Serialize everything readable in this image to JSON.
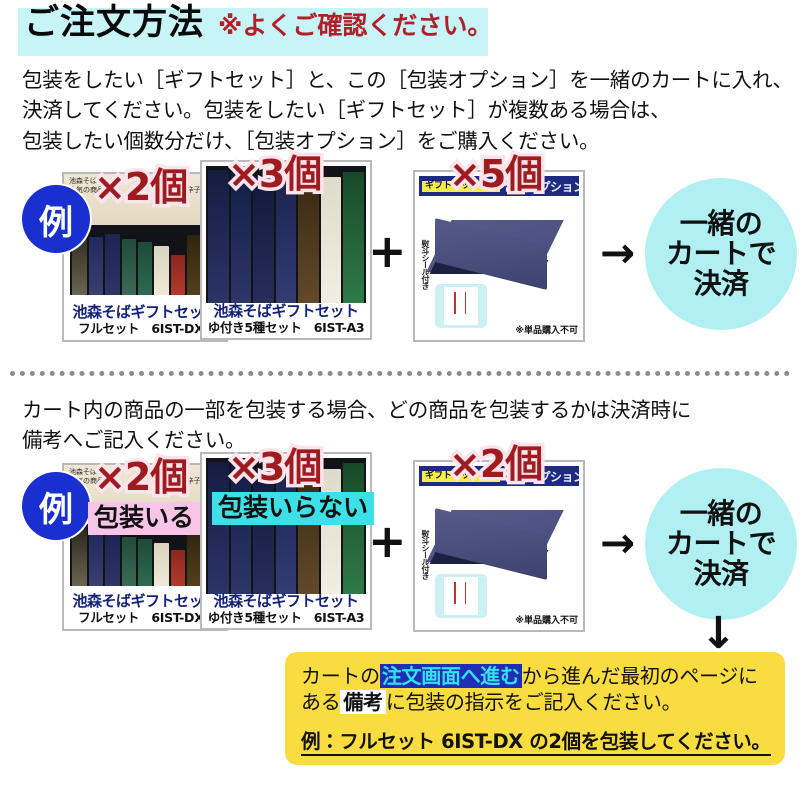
{
  "header": {
    "title": "ご注文方法",
    "note": "※よくご確認ください。"
  },
  "intro": {
    "line1": "包装をしたい［ギフトセット］と、この［包装オプション］を一緒のカートに入れ、",
    "line2": "決済してください。包装をしたい［ギフトセット］が複数ある場合は、",
    "line3": "包装したい個数分だけ、［包装オプション］をご購入ください。"
  },
  "mid_paragraph": {
    "line1": "カート内の商品の一部を包装する場合、どの商品を包装するかは決済時に",
    "line2": "備考へご記入ください。"
  },
  "example_badge": "例",
  "plus_symbol": "+",
  "arrow_right": "→",
  "arrow_down": "↓",
  "row1": {
    "product_a": {
      "qty": "×2個",
      "top_note_left": "池森そば\n人気の商品",
      "top_note_right": "十味唐\n辛子です。",
      "label_line1": "池森そばギフトセット",
      "label_line2": "フルセット　6IST-DX3"
    },
    "product_b": {
      "qty": "×3個",
      "label_line1": "池森そばギフトセット",
      "label_line2": "ゆ付き5種セット　6IST-A3"
    },
    "option": {
      "qty": "×5個",
      "tag": "ギフトセット専用",
      "banner_text": "包装オプション",
      "noshi_label": "熨斗シール付き",
      "note": "※単品購入不可"
    },
    "result": {
      "line1": "一緒の",
      "line2": "カートで",
      "line3": "決済"
    }
  },
  "row2": {
    "product_a": {
      "qty": "×2個",
      "chip": "包装いる",
      "top_note_left": "池森そば\n人気の商品",
      "top_note_right": "十味唐\n辛子です。",
      "label_line1": "池森そばギフトセット",
      "label_line2": "フルセット　6IST-DX3"
    },
    "product_b": {
      "qty": "×3個",
      "chip": "包装いらない",
      "label_line1": "池森そばギフトセット",
      "label_line2": "ゆ付き5種セット　6IST-A3"
    },
    "option": {
      "qty": "×2個",
      "tag": "ギフトセット専用",
      "banner_text": "包装オプション",
      "noshi_label": "熨斗シール付き",
      "note": "※単品購入不可"
    },
    "result": {
      "line1": "一緒の",
      "line2": "カートで",
      "line3": "決済"
    }
  },
  "callout": {
    "l1_a": "カートの",
    "l1_hl": "注文画面へ進む",
    "l1_b": "から進んだ最初のページに",
    "l2_a": "ある",
    "l2_hl": "備考",
    "l2_b": "に包装の指示をご記入ください。",
    "example": "例：フルセット 6IST-DX の2個を包装してください。"
  },
  "colors": {
    "header_band": "#c7f4f6",
    "header_note": "#b1202a",
    "badge_blue": "#1a2fd0",
    "qty_red": "#9e1b20",
    "qty_outline": "#fde3ea",
    "circle_cyan": "#b0f0f3",
    "callout_yellow": "#f8dc40",
    "chip_pink": "#f8c5e9",
    "chip_cyan": "#3ee0e8",
    "banner_navy": "#1c2a80",
    "tag_yellow": "#f3ef4a",
    "hl_blue_bg": "#1f2fb5",
    "hl_blue_text": "#31e3ef"
  }
}
